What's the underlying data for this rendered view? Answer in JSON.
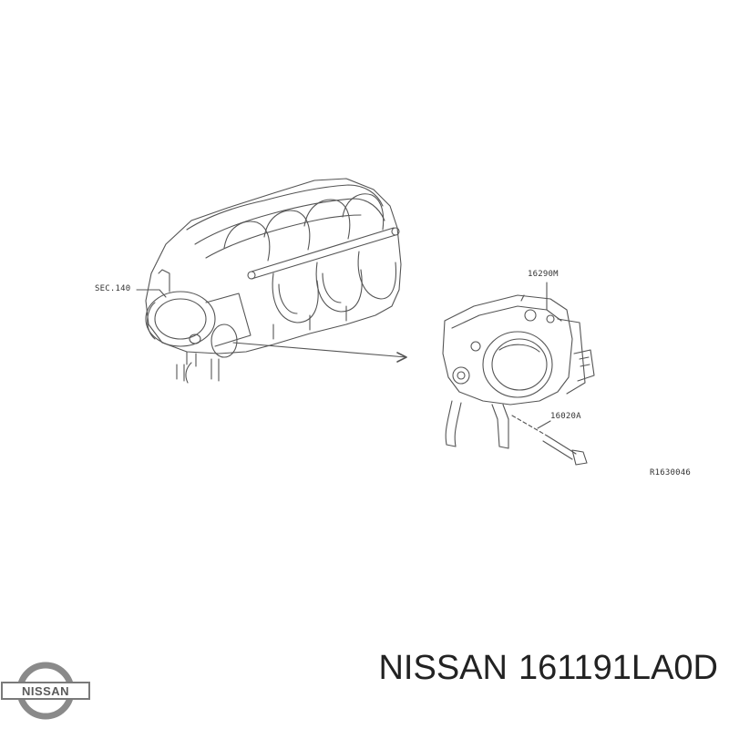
{
  "diagram": {
    "callouts": {
      "section_ref": "SEC.140",
      "part_main": "16290M",
      "part_bolt": "16020A",
      "drawing_id": "R1630046"
    }
  },
  "brand": {
    "logo_text": "NISSAN",
    "caption_brand": "NISSAN",
    "caption_part": "161191LA0D"
  },
  "colors": {
    "line": "#555555",
    "logo_ring": "#8a8a8a",
    "logo_bar": "#7a7a7a",
    "text": "#222222"
  }
}
